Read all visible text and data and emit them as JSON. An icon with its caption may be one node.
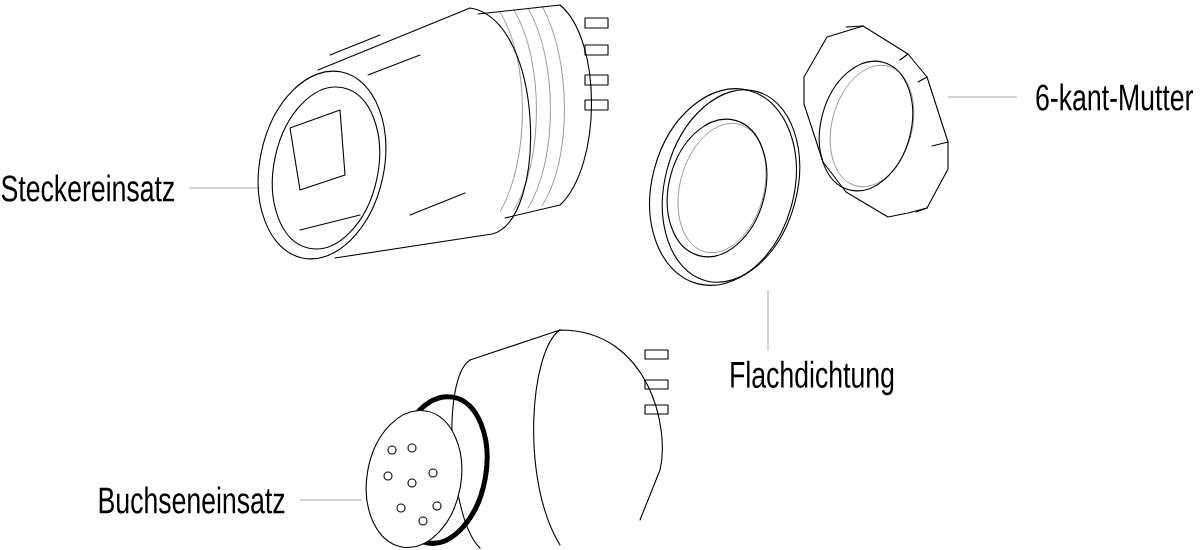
{
  "diagram": {
    "nodes": [
      {
        "text": [
          "Steckereinsatz"
        ]
      },
      {
        "text": [
          "6-kant-Mutter"
        ]
      },
      {
        "text": [
          "Flachdichtung"
        ]
      },
      {
        "text": [
          "Buchseneinsatz"
        ]
      },
      {
        "text": [],
        "shape": "picture"
      },
      {
        "text": [],
        "shape": "picture"
      },
      {
        "text": [],
        "shape": "picture"
      },
      {
        "text": [],
        "shape": "picture"
      }
    ],
    "edges": [
      {
        "from": 0,
        "to": 4,
        "arrow": "none"
      },
      {
        "from": 1,
        "to": 5,
        "arrow": "none"
      },
      {
        "from": 2,
        "to": 6,
        "arrow": "none"
      },
      {
        "from": 3,
        "to": 7,
        "arrow": "none"
      }
    ]
  }
}
